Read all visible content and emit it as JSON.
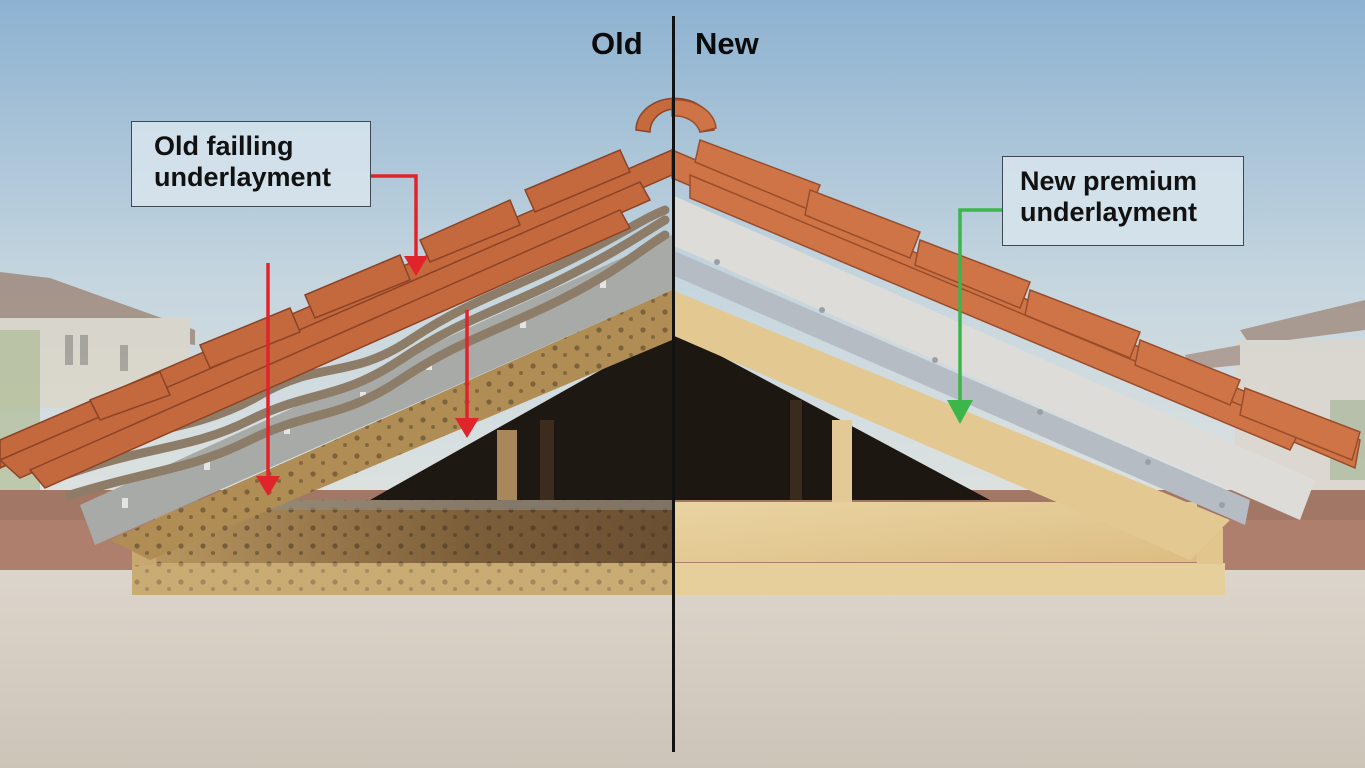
{
  "header": {
    "old_label": "Old",
    "new_label": "New"
  },
  "callouts": {
    "old": {
      "line1": "Old failling",
      "line2": "underlayment",
      "arrow_color": "#e0242b",
      "arrow_count": 3
    },
    "new": {
      "line1": "New premium",
      "line2": "underlayment",
      "arrow_color": "#3cb54a",
      "arrow_count": 1
    }
  },
  "colors": {
    "sky_top": "#8fb4d3",
    "sky_bottom": "#d9e2e6",
    "tile": "#c8693f",
    "old_felt": "#8a7a66",
    "old_board": "#a9aba8",
    "new_board": "#dcdcd8",
    "new_wood": "#e3c894",
    "old_wood": "#a88652",
    "stucco": "#d6cfc6",
    "divider": "#121212"
  }
}
